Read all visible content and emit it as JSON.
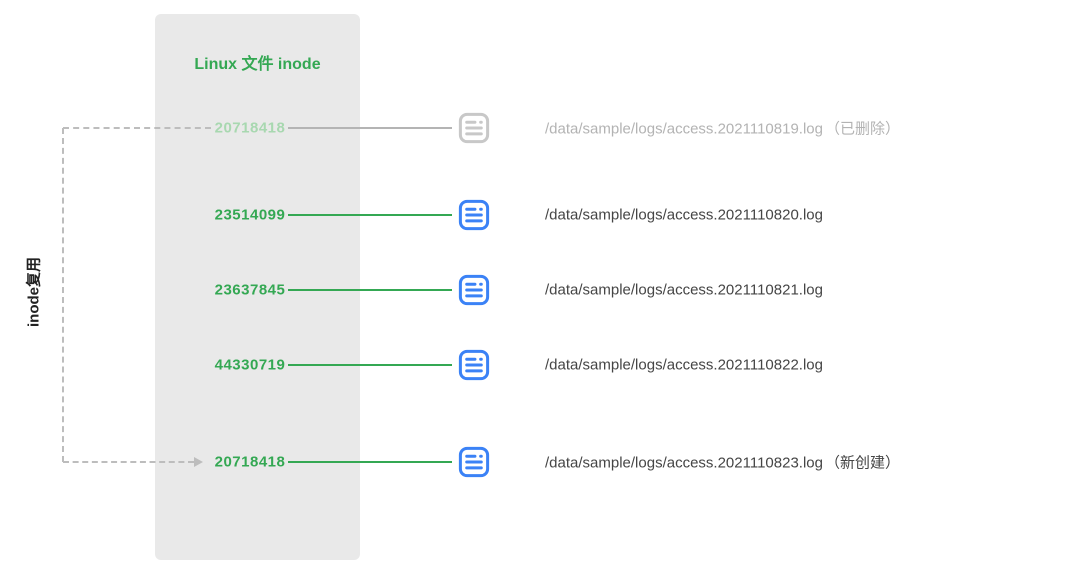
{
  "panel": {
    "title": "Linux 文件 inode"
  },
  "side_label": "inode复用",
  "rows": [
    {
      "inode": "20718418",
      "path": "/data/sample/logs/access.2021110819.log",
      "suffix": "（已删除）",
      "state": "deleted"
    },
    {
      "inode": "23514099",
      "path": "/data/sample/logs/access.2021110820.log",
      "suffix": "",
      "state": "normal"
    },
    {
      "inode": "23637845",
      "path": "/data/sample/logs/access.2021110821.log",
      "suffix": "",
      "state": "normal"
    },
    {
      "inode": "44330719",
      "path": "/data/sample/logs/access.2021110822.log",
      "suffix": "",
      "state": "normal"
    },
    {
      "inode": "20718418",
      "path": "/data/sample/logs/access.2021110823.log",
      "suffix": "（新创建）",
      "state": "new"
    }
  ],
  "icons": {
    "file": "log-file-icon",
    "deleted_file": "deleted-log-file-icon"
  },
  "colors": {
    "green": "#34a853",
    "green_faded": "#a8d8b0",
    "blue": "#3b82f6",
    "icon_gray": "#c8c8c8",
    "line_gray": "#b4b4b4",
    "dash_gray": "#bdbdbd",
    "text_dark": "#454545",
    "text_gray": "#b3b3b3",
    "panel_bg": "#e9e9e9",
    "side_label_color": "#222222"
  }
}
